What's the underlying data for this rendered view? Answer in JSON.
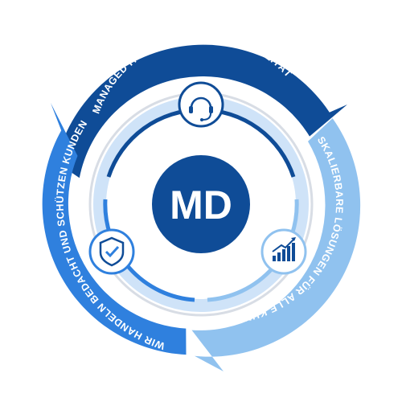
{
  "center": {
    "label": "MD",
    "color": "#0f4c97"
  },
  "segments": [
    {
      "label": "MANAGED IT-SERVICE IN HOHER QUALITÄT",
      "color": "#0f4c97",
      "icon": "headset-icon"
    },
    {
      "label": "SKALIERBARE LÖSUNGEN FÜR ALLE KUNDEN",
      "color": "#90c2ef",
      "icon": "growth-chart-icon"
    },
    {
      "label": "WIR HANDELN BEDACHT UND SCHÜTZEN KUNDEN",
      "color": "#2f80de",
      "icon": "shield-check-icon"
    }
  ],
  "colors": {
    "inner_ring_light": "#cfe3f8",
    "ring_gray": "#d8dde5",
    "icon_outline": "#0f4c97"
  }
}
